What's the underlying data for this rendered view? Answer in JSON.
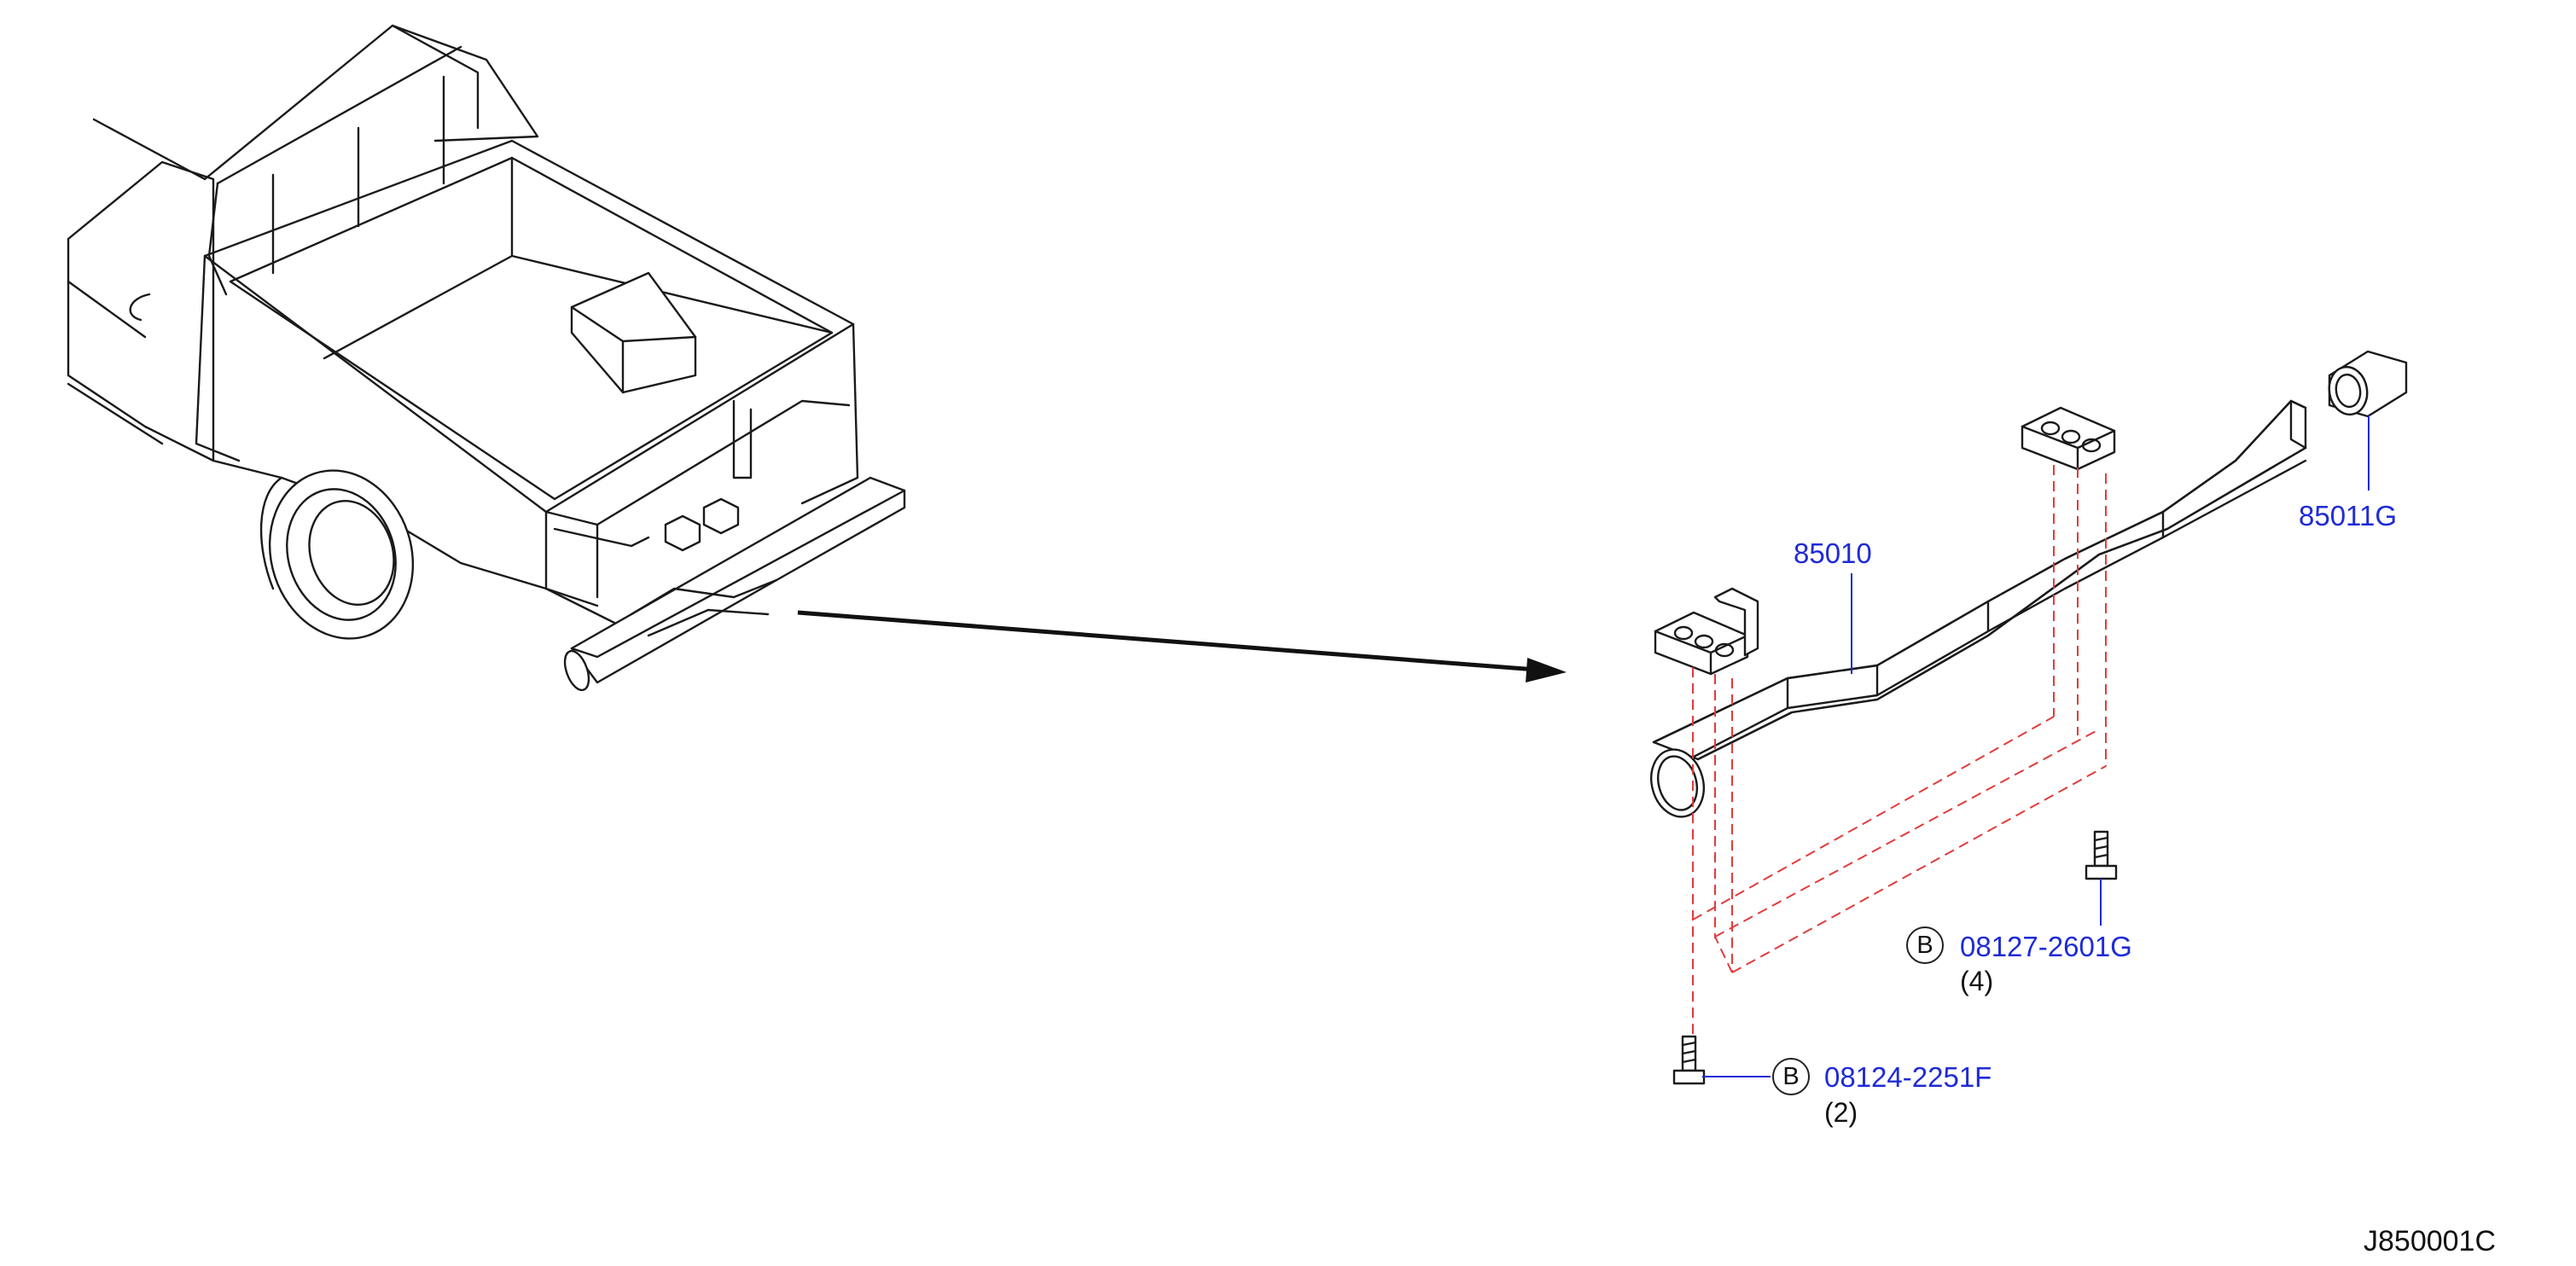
{
  "parts": {
    "p85010": "85010",
    "p85011g": "85011G",
    "bolt_upper": "08127-2601G",
    "bolt_upper_qty": "(4)",
    "bolt_lower": "08124-2251F",
    "bolt_lower_qty": "(2)"
  },
  "callout_symbol": "B",
  "diagram_code": "J850001C",
  "colors": {
    "part_number": "#1f2bd6",
    "dashed_leader": "#e23b3b",
    "line_art": "#1a1a1a"
  }
}
